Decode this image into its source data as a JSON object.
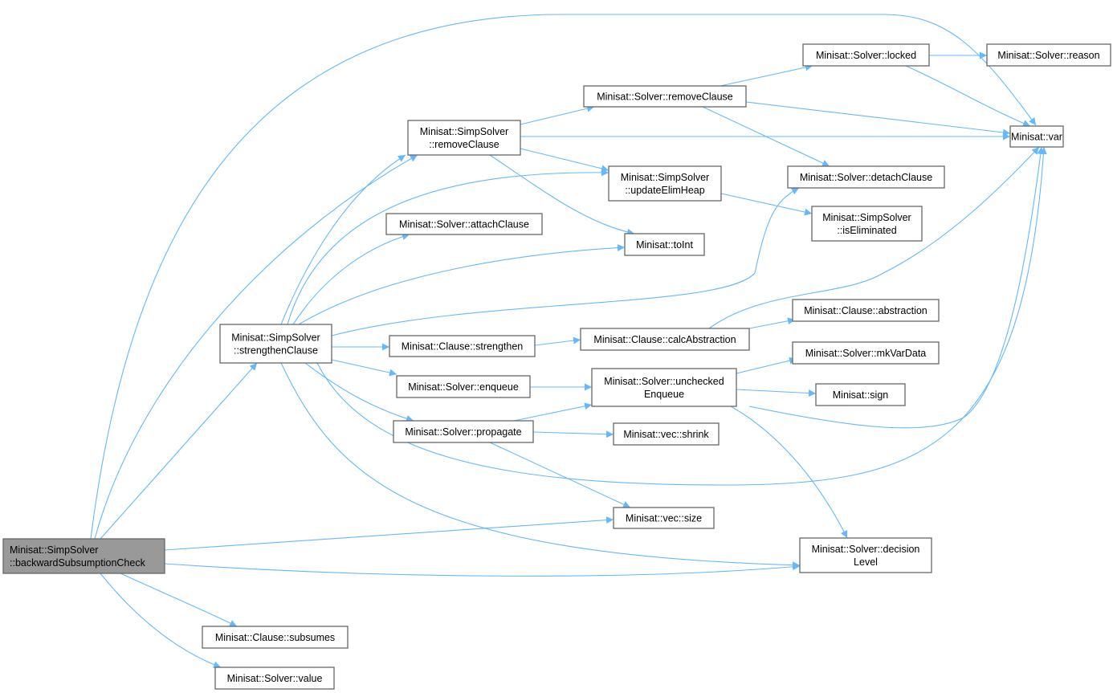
{
  "colors": {
    "edge": "#63b8ff",
    "root_fill": "#999999",
    "node_border": "#666666"
  },
  "nodes": {
    "bsc": [
      "Minisat::SimpSolver",
      "::backwardSubsumptionCheck"
    ],
    "strengthenClause": [
      "Minisat::SimpSolver",
      "::strengthenClause"
    ],
    "simpRemoveClause": [
      "Minisat::SimpSolver",
      "::removeClause"
    ],
    "solverRemoveClause": [
      "Minisat::Solver::removeClause"
    ],
    "locked": [
      "Minisat::Solver::locked"
    ],
    "reason": [
      "Minisat::Solver::reason"
    ],
    "var": [
      "Minisat::var"
    ],
    "updateElimHeap": [
      "Minisat::SimpSolver",
      "::updateElimHeap"
    ],
    "detachClause": [
      "Minisat::Solver::detachClause"
    ],
    "isEliminated": [
      "Minisat::SimpSolver",
      "::isEliminated"
    ],
    "attachClause": [
      "Minisat::Solver::attachClause"
    ],
    "toInt": [
      "Minisat::toInt"
    ],
    "calcAbstraction": [
      "Minisat::Clause::calcAbstraction"
    ],
    "abstraction": [
      "Minisat::Clause::abstraction"
    ],
    "strengthen": [
      "Minisat::Clause::strengthen"
    ],
    "enqueue": [
      "Minisat::Solver::enqueue"
    ],
    "uncheckedEnqueue": [
      "Minisat::Solver::unchecked",
      "Enqueue"
    ],
    "mkVarData": [
      "Minisat::Solver::mkVarData"
    ],
    "sign": [
      "Minisat::sign"
    ],
    "propagate": [
      "Minisat::Solver::propagate"
    ],
    "shrink": [
      "Minisat::vec::shrink"
    ],
    "vecSize": [
      "Minisat::vec::size"
    ],
    "decisionLevel": [
      "Minisat::Solver::decision",
      "Level"
    ],
    "subsumes": [
      "Minisat::Clause::subsumes"
    ],
    "value": [
      "Minisat::Solver::value"
    ]
  },
  "root": "bsc",
  "edges": [
    [
      "bsc",
      "var"
    ],
    [
      "bsc",
      "simpRemoveClause"
    ],
    [
      "bsc",
      "strengthenClause"
    ],
    [
      "bsc",
      "vecSize"
    ],
    [
      "bsc",
      "decisionLevel"
    ],
    [
      "bsc",
      "subsumes"
    ],
    [
      "bsc",
      "value"
    ],
    [
      "strengthenClause",
      "simpRemoveClause"
    ],
    [
      "strengthenClause",
      "updateElimHeap"
    ],
    [
      "strengthenClause",
      "attachClause"
    ],
    [
      "strengthenClause",
      "toInt"
    ],
    [
      "strengthenClause",
      "detachClause"
    ],
    [
      "strengthenClause",
      "strengthen"
    ],
    [
      "strengthenClause",
      "enqueue"
    ],
    [
      "strengthenClause",
      "propagate"
    ],
    [
      "strengthenClause",
      "var"
    ],
    [
      "strengthenClause",
      "decisionLevel"
    ],
    [
      "simpRemoveClause",
      "solverRemoveClause"
    ],
    [
      "simpRemoveClause",
      "var"
    ],
    [
      "simpRemoveClause",
      "updateElimHeap"
    ],
    [
      "simpRemoveClause",
      "toInt"
    ],
    [
      "solverRemoveClause",
      "locked"
    ],
    [
      "solverRemoveClause",
      "var"
    ],
    [
      "solverRemoveClause",
      "detachClause"
    ],
    [
      "locked",
      "reason"
    ],
    [
      "locked",
      "var"
    ],
    [
      "updateElimHeap",
      "isEliminated"
    ],
    [
      "calcAbstraction",
      "abstraction"
    ],
    [
      "calcAbstraction",
      "var"
    ],
    [
      "strengthen",
      "calcAbstraction"
    ],
    [
      "enqueue",
      "uncheckedEnqueue"
    ],
    [
      "propagate",
      "uncheckedEnqueue"
    ],
    [
      "propagate",
      "shrink"
    ],
    [
      "propagate",
      "vecSize"
    ],
    [
      "uncheckedEnqueue",
      "mkVarData"
    ],
    [
      "uncheckedEnqueue",
      "sign"
    ],
    [
      "uncheckedEnqueue",
      "var"
    ],
    [
      "uncheckedEnqueue",
      "decisionLevel"
    ]
  ]
}
